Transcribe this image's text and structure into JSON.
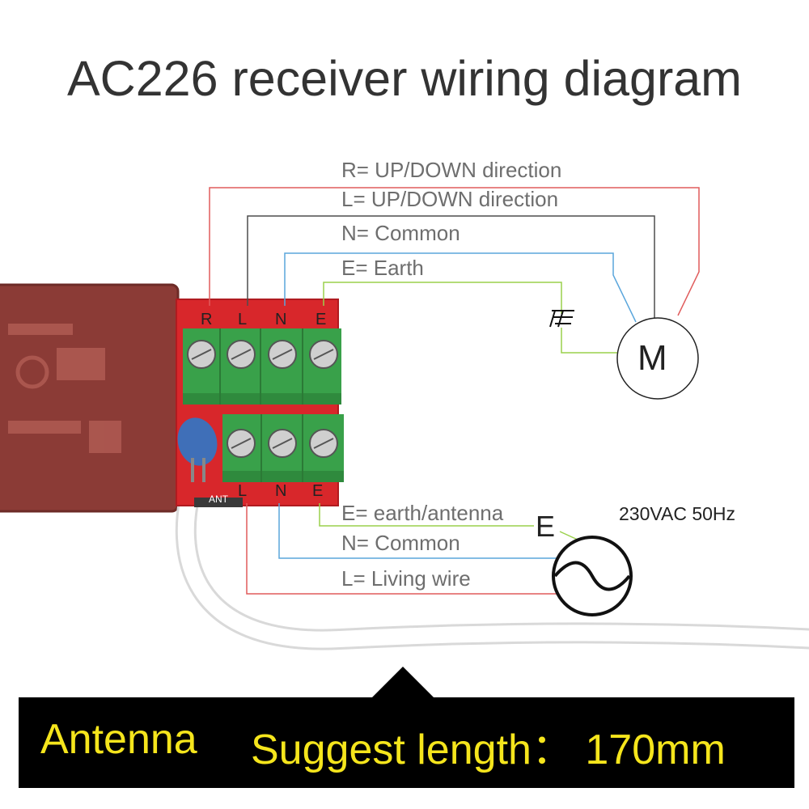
{
  "title": "AC226 receiver wiring diagram",
  "motor_wires": {
    "r": "R= UP/DOWN direction",
    "l": "L= UP/DOWN direction",
    "n": "N= Common",
    "e": "E= Earth"
  },
  "power_wires": {
    "e": "E= earth/antenna",
    "n": "N= Common",
    "l": "L= Living wire"
  },
  "power_spec": "230VAC 50Hz",
  "motor_symbol": "M",
  "earth_symbol": "E",
  "top_terminals": [
    "R",
    "L",
    "N",
    "E"
  ],
  "bottom_terminals": [
    "L",
    "N",
    "E"
  ],
  "antenna_tag": "ANT",
  "banner": {
    "left": "Antenna",
    "right": "Suggest length： 170mm"
  },
  "colors": {
    "live": "#e05c5c",
    "neutral_motor": "#4d4d4d",
    "common": "#5aa6dc",
    "earth": "#9ad14b",
    "terminal_green": "#39a14a",
    "board_red": "#d8272b",
    "transformer": "#8b3b36",
    "banner_text": "#f5e51c"
  },
  "icons": [
    "motor-symbol",
    "ac-source-symbol",
    "earth-symbol",
    "terminal-screw",
    "capacitor"
  ]
}
